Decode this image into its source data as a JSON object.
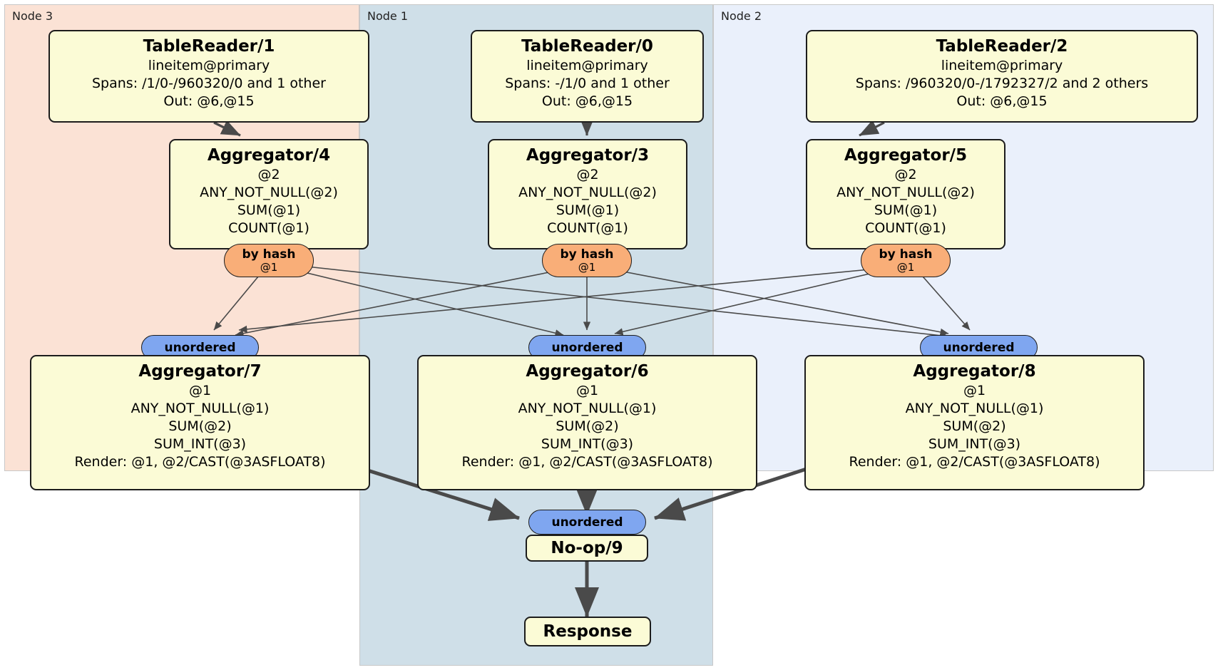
{
  "diagram": {
    "type": "distributed-query-plan",
    "colors": {
      "node3_panel": "#fbe2d5",
      "node1_panel": "#cfdfe8",
      "node2_panel": "#eaf0fb",
      "processor_box": "#fbfbd6",
      "hash_badge": "#f9ae78",
      "unordered_badge": "#7fa6f0",
      "edge": "#4a4a4a",
      "border": "#1c1c1c"
    }
  },
  "regions": [
    {
      "id": "node3",
      "label": "Node 3"
    },
    {
      "id": "node1",
      "label": "Node 1"
    },
    {
      "id": "node2",
      "label": "Node 2"
    }
  ],
  "processors": {
    "table_reader_1": {
      "title": "TableReader/1",
      "lines": [
        "lineitem@primary",
        "Spans: /1/0-/960320/0 and 1 other",
        "Out: @6,@15"
      ]
    },
    "table_reader_0": {
      "title": "TableReader/0",
      "lines": [
        "lineitem@primary",
        "Spans: -/1/0 and 1 other",
        "Out: @6,@15"
      ]
    },
    "table_reader_2": {
      "title": "TableReader/2",
      "lines": [
        "lineitem@primary",
        "Spans: /960320/0-/1792327/2 and 2 others",
        "Out: @6,@15"
      ]
    },
    "aggregator_4": {
      "title": "Aggregator/4",
      "lines": [
        "@2",
        "ANY_NOT_NULL(@2)",
        "SUM(@1)",
        "COUNT(@1)"
      ]
    },
    "aggregator_3": {
      "title": "Aggregator/3",
      "lines": [
        "@2",
        "ANY_NOT_NULL(@2)",
        "SUM(@1)",
        "COUNT(@1)"
      ]
    },
    "aggregator_5": {
      "title": "Aggregator/5",
      "lines": [
        "@2",
        "ANY_NOT_NULL(@2)",
        "SUM(@1)",
        "COUNT(@1)"
      ]
    },
    "aggregator_7": {
      "title": "Aggregator/7",
      "lines": [
        "@1",
        "ANY_NOT_NULL(@1)",
        "SUM(@2)",
        "SUM_INT(@3)",
        "Render: @1, @2/CAST(@3ASFLOAT8)"
      ]
    },
    "aggregator_6": {
      "title": "Aggregator/6",
      "lines": [
        "@1",
        "ANY_NOT_NULL(@1)",
        "SUM(@2)",
        "SUM_INT(@3)",
        "Render: @1, @2/CAST(@3ASFLOAT8)"
      ]
    },
    "aggregator_8": {
      "title": "Aggregator/8",
      "lines": [
        "@1",
        "ANY_NOT_NULL(@1)",
        "SUM(@2)",
        "SUM_INT(@3)",
        "Render: @1, @2/CAST(@3ASFLOAT8)"
      ]
    },
    "no_op_9": {
      "title": "No-op/9",
      "lines": []
    },
    "response": {
      "title": "Response",
      "lines": []
    }
  },
  "badges": {
    "hash_left": {
      "label": "by hash",
      "sub": "@1"
    },
    "hash_center": {
      "label": "by hash",
      "sub": "@1"
    },
    "hash_right": {
      "label": "by hash",
      "sub": "@1"
    },
    "unordered_left": {
      "label": "unordered",
      "sub": ""
    },
    "unordered_center": {
      "label": "unordered",
      "sub": ""
    },
    "unordered_right": {
      "label": "unordered",
      "sub": ""
    },
    "unordered_final": {
      "label": "unordered",
      "sub": ""
    }
  }
}
